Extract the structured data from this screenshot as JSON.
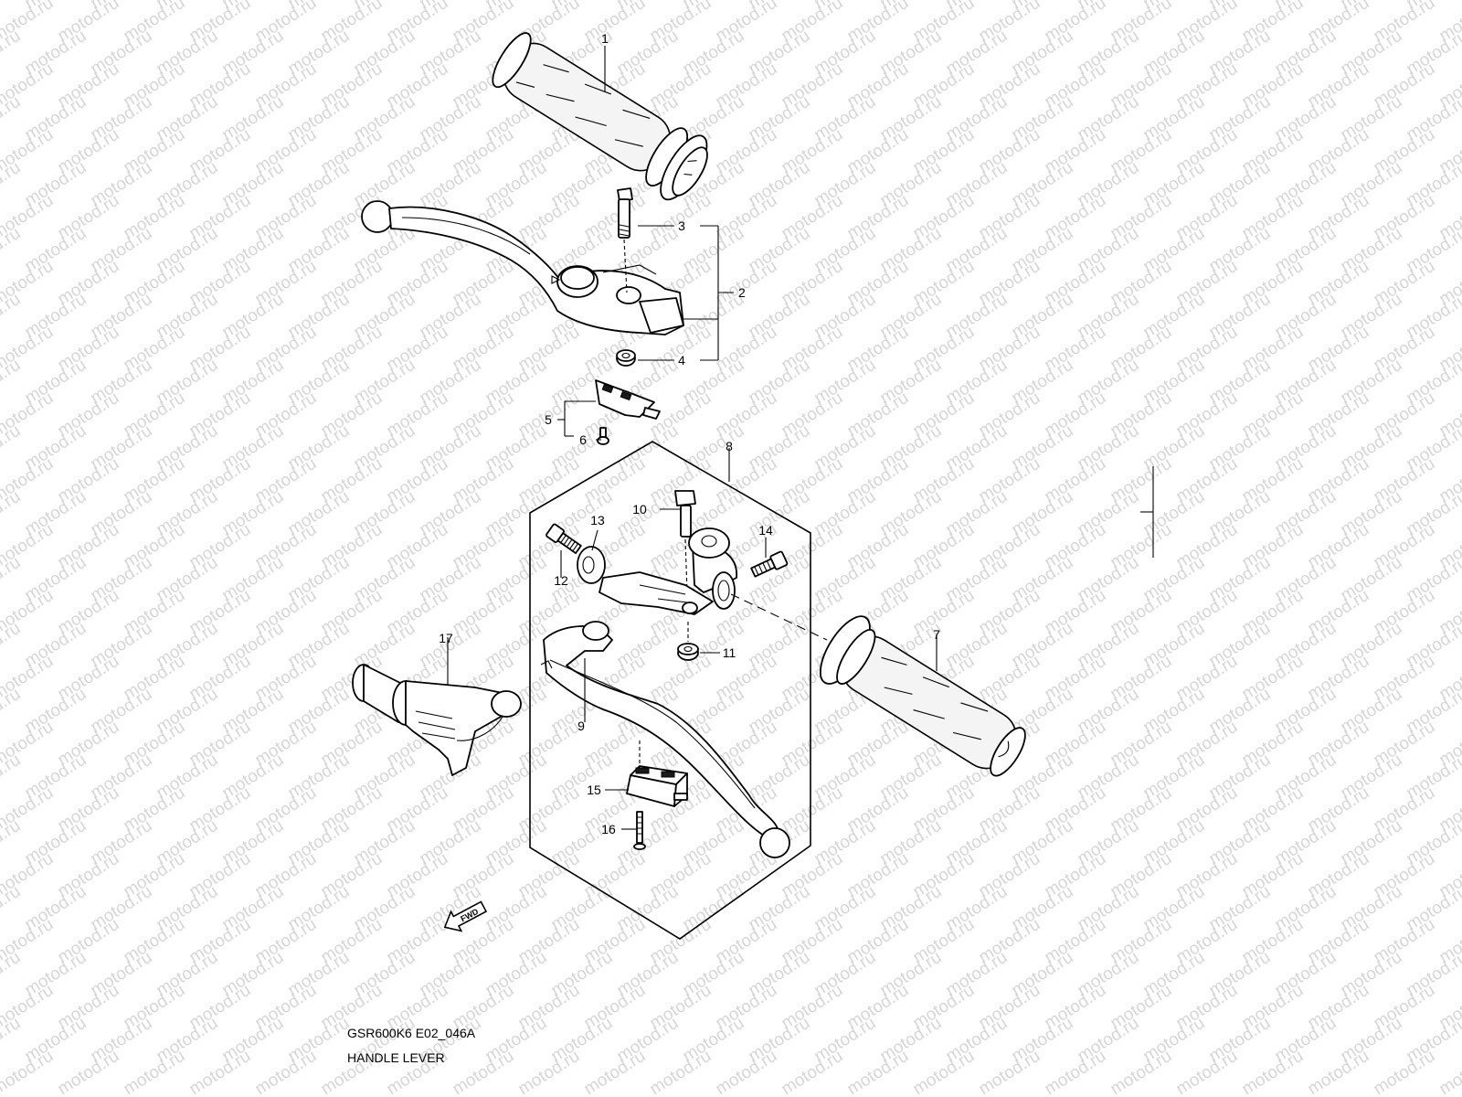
{
  "watermark": "motod.ru",
  "diagram_code": "GSR600K6 E02_046A",
  "diagram_title": "HANDLE LEVER",
  "direction_label": "FWD",
  "callouts": [
    "1",
    "2",
    "3",
    "4",
    "5",
    "6",
    "7",
    "8",
    "9",
    "10",
    "11",
    "12",
    "13",
    "14",
    "15",
    "16",
    "17"
  ],
  "parts": [
    {
      "id": "1",
      "kind": "grip-left"
    },
    {
      "id": "2",
      "kind": "brake-lever-assembly"
    },
    {
      "id": "3",
      "kind": "pivot-bolt"
    },
    {
      "id": "4",
      "kind": "nut"
    },
    {
      "id": "5",
      "kind": "brake-light-switch"
    },
    {
      "id": "6",
      "kind": "screw"
    },
    {
      "id": "7",
      "kind": "grip-right"
    },
    {
      "id": "8",
      "kind": "clutch-lever-assembly"
    },
    {
      "id": "9",
      "kind": "clutch-lever"
    },
    {
      "id": "10",
      "kind": "pivot-bolt"
    },
    {
      "id": "11",
      "kind": "nut"
    },
    {
      "id": "12",
      "kind": "screw"
    },
    {
      "id": "13",
      "kind": "washer"
    },
    {
      "id": "14",
      "kind": "screw"
    },
    {
      "id": "15",
      "kind": "clutch-switch"
    },
    {
      "id": "16",
      "kind": "screw"
    },
    {
      "id": "17",
      "kind": "cable-holder"
    }
  ]
}
